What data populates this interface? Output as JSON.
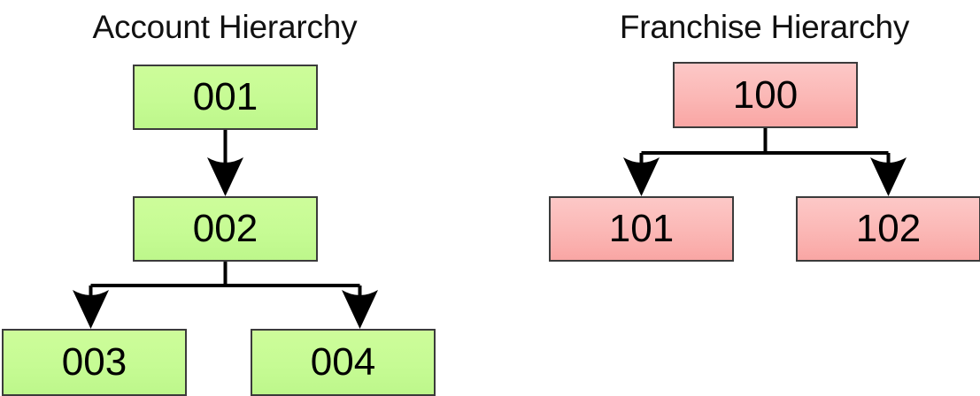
{
  "diagram": {
    "type": "hierarchy-tree-pair",
    "background_color": "#ffffff",
    "line_color": "#000000",
    "border_color": "#3b3b3b",
    "text_color": "#000000",
    "trees": [
      {
        "id": "account",
        "title": "Account Hierarchy",
        "node_fill": "#c6fb94",
        "nodes": [
          {
            "id": "001",
            "label": "001",
            "level": 0
          },
          {
            "id": "002",
            "label": "002",
            "level": 1
          },
          {
            "id": "003",
            "label": "003",
            "level": 2
          },
          {
            "id": "004",
            "label": "004",
            "level": 2
          }
        ],
        "edges": [
          {
            "from": "001",
            "to": "002"
          },
          {
            "from": "002",
            "to": "003"
          },
          {
            "from": "002",
            "to": "004"
          }
        ]
      },
      {
        "id": "franchise",
        "title": "Franchise Hierarchy",
        "node_fill": "#fbb7b5",
        "nodes": [
          {
            "id": "100",
            "label": "100",
            "level": 0
          },
          {
            "id": "101",
            "label": "101",
            "level": 1
          },
          {
            "id": "102",
            "label": "102",
            "level": 1
          }
        ],
        "edges": [
          {
            "from": "100",
            "to": "101"
          },
          {
            "from": "100",
            "to": "102"
          }
        ]
      }
    ]
  }
}
